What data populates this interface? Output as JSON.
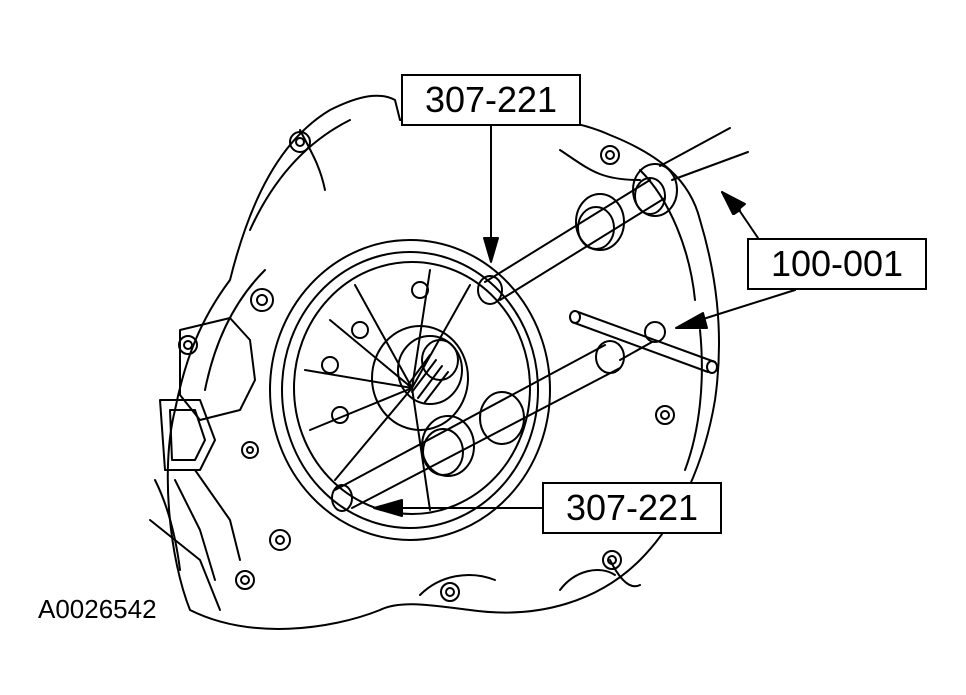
{
  "figure": {
    "id": "A0026542",
    "callouts": [
      {
        "label": "307-221"
      },
      {
        "label": "100-001"
      },
      {
        "label": "307-221"
      }
    ]
  }
}
